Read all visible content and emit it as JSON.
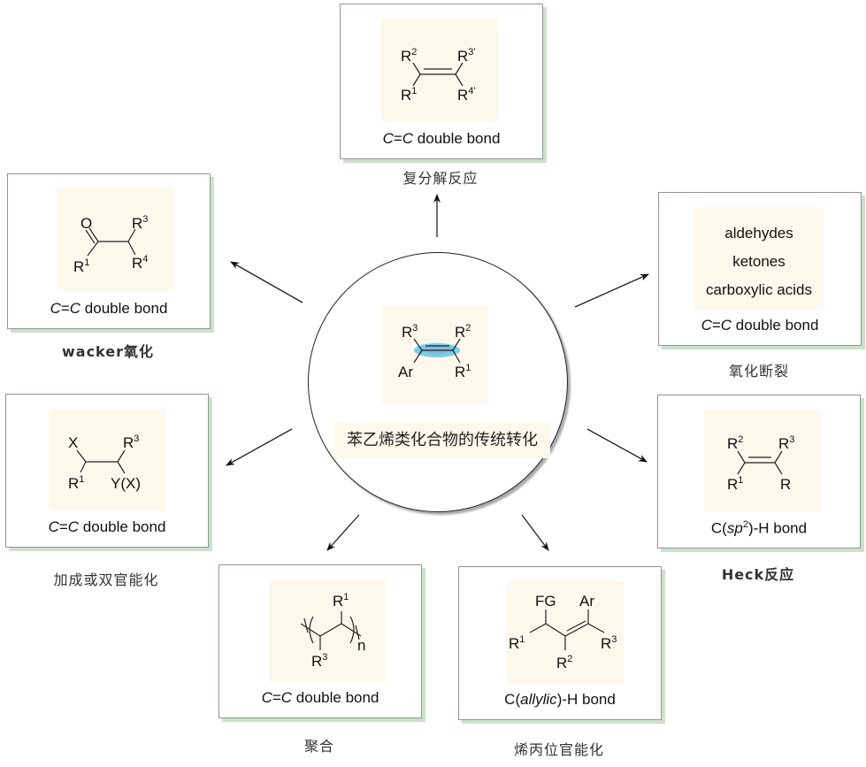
{
  "center": {
    "title": "苯乙烯类化合物的传统转化",
    "structure": {
      "r3": "R",
      "r3_sup": "3",
      "r2": "R",
      "r2_sup": "2",
      "ar": "Ar",
      "r1": "R",
      "r1_sup": "1"
    },
    "highlight_color": "#3ec8e8"
  },
  "colors": {
    "box_border": "#9a8ea0",
    "box_shadow": "#c9e3c9",
    "panel_bg": "#fdf8ec"
  },
  "nodes": [
    {
      "id": "metathesis",
      "label": "复分解反应",
      "caption_italic": "C",
      "caption_eq": "=",
      "caption_italic2": "C",
      "caption_rest": " double bond",
      "atoms": {
        "r2": "R",
        "r2_sup": "2",
        "r3": "R",
        "r3_sup": "3'",
        "r1": "R",
        "r1_sup": "1",
        "r4": "R",
        "r4_sup": "4'"
      }
    },
    {
      "id": "wacker",
      "label": "wacker氧化",
      "caption_italic": "C",
      "caption_eq": "=",
      "caption_italic2": "C",
      "caption_rest": " double bond",
      "atoms": {
        "o": "O",
        "r3": "R",
        "r3_sup": "3",
        "r1": "R",
        "r1_sup": "1",
        "r4": "R",
        "r4_sup": "4"
      }
    },
    {
      "id": "oxidative-cleavage",
      "label": "氧化断裂",
      "caption_italic": "C",
      "caption_eq": "=",
      "caption_italic2": "C",
      "caption_rest": " double bond",
      "products": [
        "aldehydes",
        "ketones",
        "carboxylic acids"
      ]
    },
    {
      "id": "addition",
      "label": "加成或双官能化",
      "caption_italic": "C",
      "caption_eq": "=",
      "caption_italic2": "C",
      "caption_rest": " double bond",
      "atoms": {
        "x": "X",
        "r3": "R",
        "r3_sup": "3",
        "r1": "R",
        "r1_sup": "1",
        "y": "Y(X)"
      }
    },
    {
      "id": "heck",
      "label": "Heck反应",
      "caption_pre": "C(",
      "caption_italic": "sp",
      "caption_sup": "2",
      "caption_rest": ")-H bond",
      "atoms": {
        "r2": "R",
        "r2_sup": "2",
        "r3": "R",
        "r3_sup": "3",
        "r1": "R",
        "r1_sup": "1",
        "r": "R"
      }
    },
    {
      "id": "polymerization",
      "label": "聚合",
      "caption_italic": "C",
      "caption_eq": "=",
      "caption_italic2": "C",
      "caption_rest": " double bond",
      "atoms": {
        "r1": "R",
        "r1_sup": "1",
        "r3": "R",
        "r3_sup": "3",
        "n": "n"
      }
    },
    {
      "id": "allylic",
      "label": "烯丙位官能化",
      "caption_pre": "C(",
      "caption_italic": "allylic",
      "caption_rest": ")-H bond",
      "atoms": {
        "fg": "FG",
        "ar": "Ar",
        "r1": "R",
        "r1_sup": "1",
        "r3": "R",
        "r3_sup": "3",
        "r2": "R",
        "r2_sup": "2"
      }
    }
  ]
}
